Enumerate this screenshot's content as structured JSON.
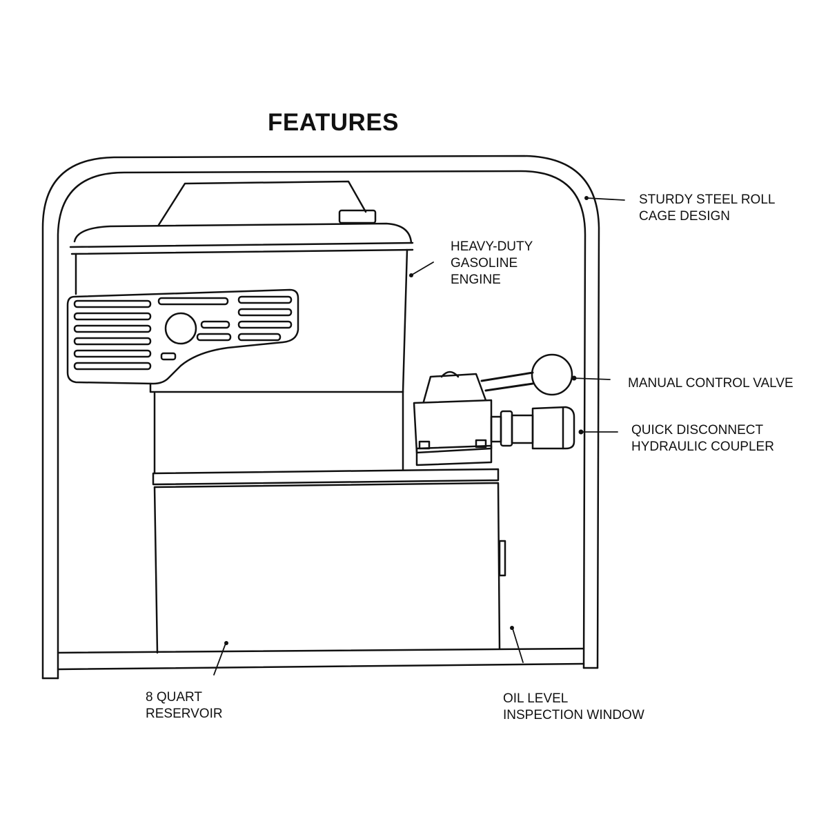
{
  "title": "FEATURES",
  "callouts": {
    "roll_cage": {
      "line1": "STURDY STEEL ROLL",
      "line2": "CAGE DESIGN"
    },
    "engine": {
      "line1": "HEAVY-DUTY",
      "line2": "GASOLINE",
      "line3": "ENGINE"
    },
    "control_valve": {
      "line1": "MANUAL CONTROL VALVE"
    },
    "coupler": {
      "line1": "QUICK DISCONNECT",
      "line2": "HYDRAULIC COUPLER"
    },
    "reservoir": {
      "line1": "8 QUART",
      "line2": "RESERVOIR"
    },
    "oil_window": {
      "line1": "OIL LEVEL",
      "line2": "INSPECTION WINDOW"
    }
  },
  "colors": {
    "ink": "#111111",
    "paper": "#ffffff"
  }
}
